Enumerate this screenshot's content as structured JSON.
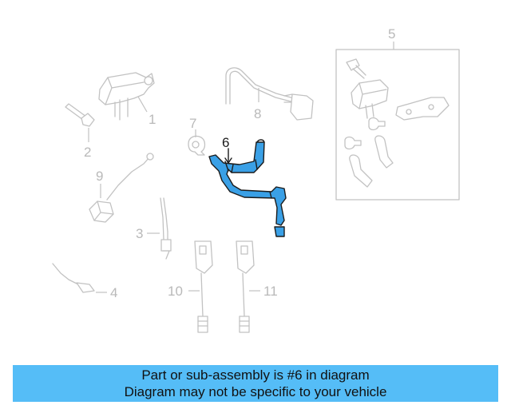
{
  "diagram": {
    "callouts": {
      "c1": "1",
      "c2": "2",
      "c3": "3",
      "c4": "4",
      "c5": "5",
      "c6": "6",
      "c7": "7",
      "c8": "8",
      "c9": "9",
      "c10": "10",
      "c11": "11"
    },
    "highlight_color": "#3aa0e6",
    "inactive_color": "#c2c2c2"
  },
  "banner": {
    "line1": "Part or sub-assembly is #6 in diagram",
    "line2": "Diagram may not be specific to your vehicle",
    "background": "#55bdf7"
  }
}
